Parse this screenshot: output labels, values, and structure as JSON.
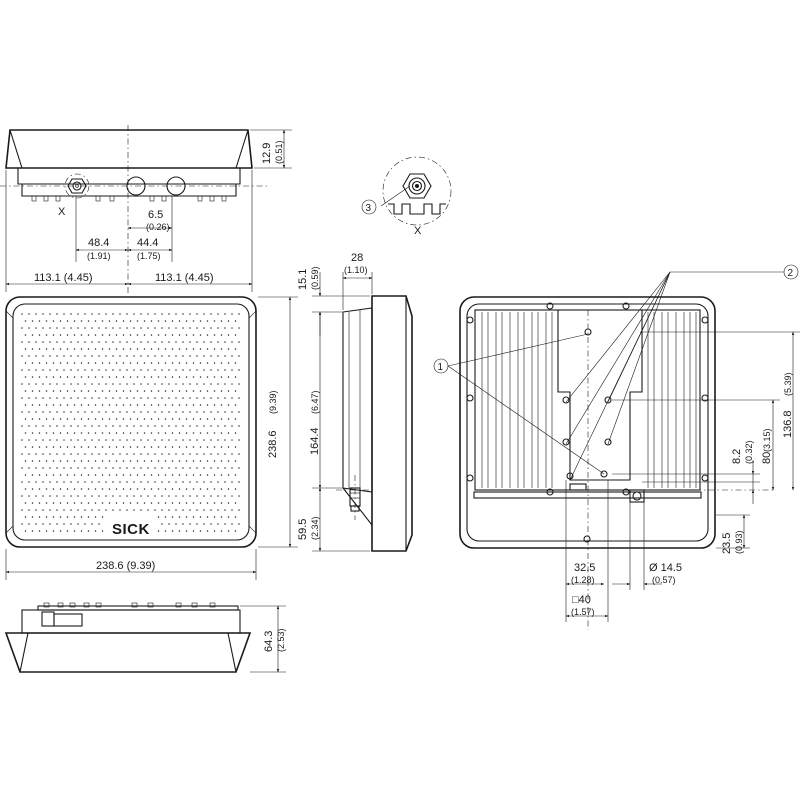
{
  "brand": "SICK",
  "detail_label": "X",
  "callouts": {
    "c1": "1",
    "c2": "2",
    "c3": "3"
  },
  "top_view": {
    "height_mm": "12.9",
    "height_in": "(0.51)",
    "offset_mm": "6.5",
    "offset_in": "(0.26)",
    "left_conn_mm": "48.4",
    "left_conn_in": "(1.91)",
    "right_conn_mm": "44.4",
    "right_conn_in": "(1.75)",
    "half_left": "113.1 (4.45)",
    "half_right": "113.1 (4.45)"
  },
  "front_view": {
    "width": "238.6 (9.39)",
    "height_mm": "238.6",
    "height_in": "(9.39)"
  },
  "side_view": {
    "depth_mm": "28",
    "depth_in": "(1.10)",
    "top_mm": "15.1",
    "top_in": "(0.59)",
    "mid_mm": "164.4",
    "mid_in": "(6.47)",
    "bot_mm": "59.5",
    "bot_in": "(2.34)"
  },
  "back_view": {
    "h1_mm": "136.8",
    "h1_in": "(5.39)",
    "h2_mm": "80",
    "h2_in": "(3.15)",
    "h3_mm": "8.2",
    "h3_in": "(0.32)",
    "h4_mm": "23.5",
    "h4_in": "(0.93)",
    "w1_mm": "32.5",
    "w1_in": "(1.28)",
    "dia_mm": "Ø 14.5",
    "dia_in": "(0.57)",
    "sq_mm": "□40",
    "sq_in": "(1.57)"
  },
  "bottom_view": {
    "depth_mm": "64.3",
    "depth_in": "(2.53)"
  }
}
